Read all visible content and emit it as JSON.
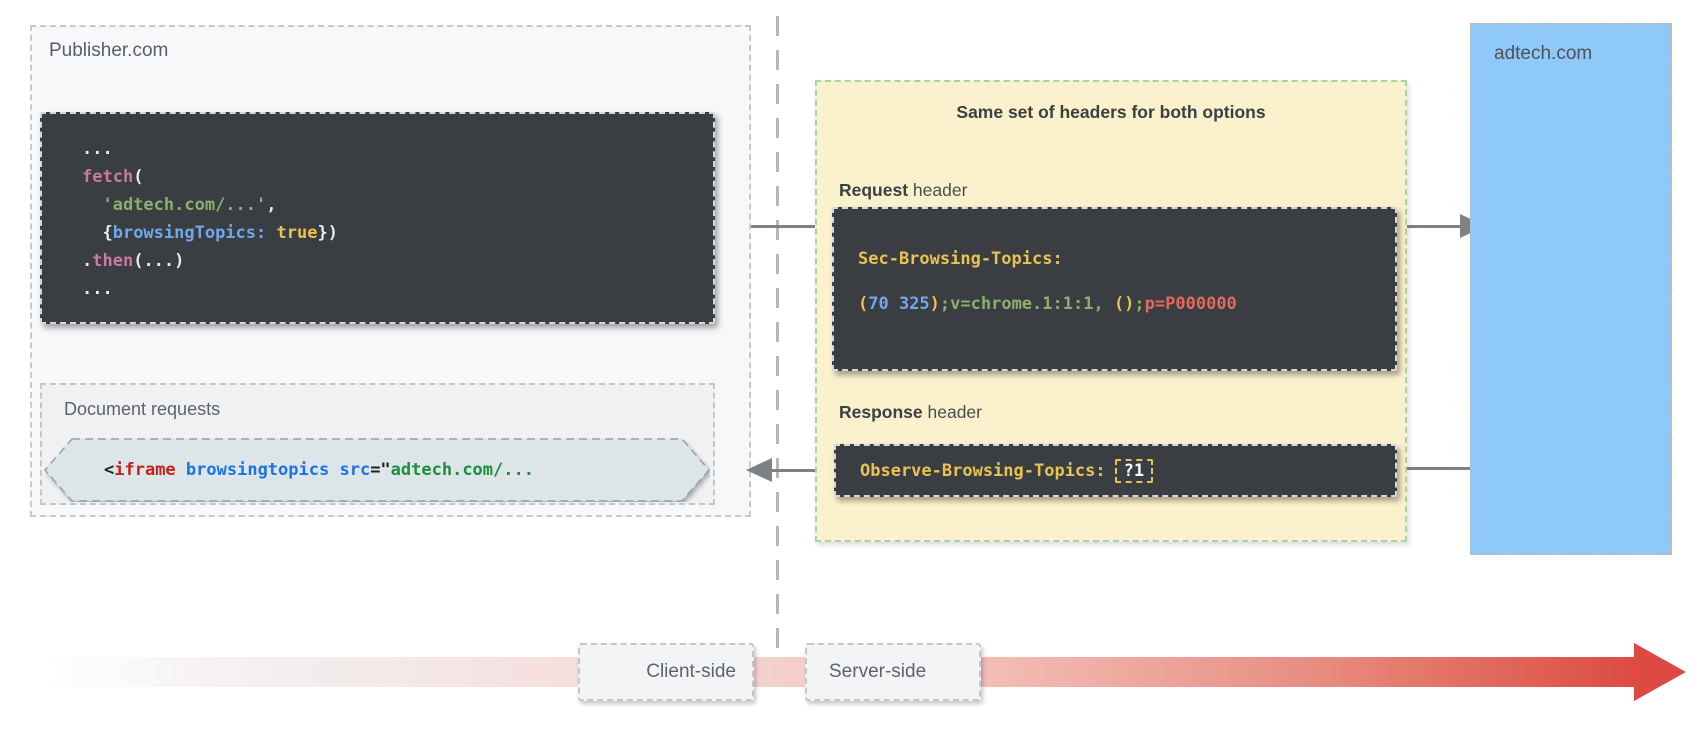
{
  "publisher": {
    "label": "Publisher.com",
    "fetch_code": [
      [
        {
          "t": "...",
          "c": "plain"
        }
      ],
      [
        {
          "t": "fetch",
          "c": "pink"
        },
        {
          "t": "(",
          "c": "plain"
        }
      ],
      [
        {
          "t": "  ",
          "c": "plain"
        },
        {
          "t": "'adtech.com/...'",
          "c": "green"
        },
        {
          "t": ",",
          "c": "plain"
        }
      ],
      [
        {
          "t": "  {",
          "c": "plain"
        },
        {
          "t": "browsingTopics:",
          "c": "blue"
        },
        {
          "t": " ",
          "c": "plain"
        },
        {
          "t": "true",
          "c": "yellow"
        },
        {
          "t": "})",
          "c": "plain"
        }
      ],
      [
        {
          "t": ".",
          "c": "plain"
        },
        {
          "t": "then",
          "c": "pink"
        },
        {
          "t": "(...)",
          "c": "plain"
        }
      ],
      [
        {
          "t": "...",
          "c": "plain"
        }
      ]
    ],
    "document_requests": {
      "label": "Document requests",
      "iframe_code": [
        {
          "t": "<",
          "c": "dark"
        },
        {
          "t": "iframe",
          "c": "hred"
        },
        {
          "t": " ",
          "c": "dark"
        },
        {
          "t": "browsingtopics",
          "c": "hblue"
        },
        {
          "t": " ",
          "c": "dark"
        },
        {
          "t": "src",
          "c": "hblue"
        },
        {
          "t": "=\"",
          "c": "dark"
        },
        {
          "t": "adtech.com/...",
          "c": "hgreen"
        }
      ]
    }
  },
  "headers_panel": {
    "title": "Same set of headers for both options",
    "request": {
      "label_bold": "Request",
      "label_rest": " header",
      "code_line1": [
        {
          "t": "Sec-Browsing-Topics:",
          "c": "yellow"
        }
      ],
      "code_line2": [
        {
          "t": "(",
          "c": "yellow"
        },
        {
          "t": "70 325",
          "c": "blue"
        },
        {
          "t": ")",
          "c": "yellow"
        },
        {
          "t": ";v=chrome.1:1:1,",
          "c": "green"
        },
        {
          "t": " ",
          "c": "plain"
        },
        {
          "t": "()",
          "c": "yellow"
        },
        {
          "t": ";",
          "c": "green"
        },
        {
          "t": "p=P000000",
          "c": "red"
        }
      ]
    },
    "response": {
      "label_bold": "Response",
      "label_rest": " header",
      "code_name": "Observe-Browsing-Topics:",
      "code_value": "?1"
    }
  },
  "adtech": {
    "label": "adtech.com"
  },
  "timeline": {
    "client_label": "Client-side",
    "server_label": "Server-side"
  },
  "colors": {
    "panel_yellow": "#fcf1cd",
    "panel_border_green": "#a9d2a9",
    "adtech_blue": "#8fc9f9",
    "code_background": "#3a3d41",
    "arrow_gray": "#7f8285",
    "timeline_red": "#dc4a41",
    "header_name_yellow": "#e9c34f"
  }
}
